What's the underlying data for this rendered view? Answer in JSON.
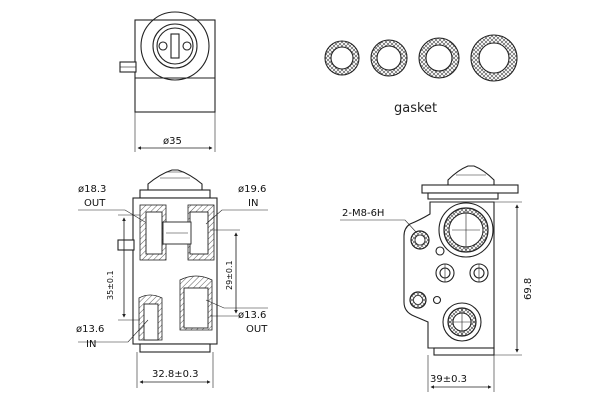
{
  "labels": {
    "gasket": "gasket",
    "dia_top": "ø35",
    "dia_out1": "ø18.3",
    "out1": "OUT",
    "dia_in1": "ø19.6",
    "in1": "IN",
    "height_left": "35±0.1",
    "height_inner": "29±0.1",
    "dia_in2": "ø13.6",
    "in2": "IN",
    "dia_out2": "ø13.6",
    "out2": "OUT",
    "width_bottom_left": "32.8±0.3",
    "thread": "2-M8-6H",
    "height_right": "69.8",
    "width_bottom_right": "39±0.3"
  },
  "gaskets": [
    {
      "outer": 17,
      "inner": 11
    },
    {
      "outer": 18,
      "inner": 12
    },
    {
      "outer": 20,
      "inner": 13
    },
    {
      "outer": 23,
      "inner": 15
    }
  ]
}
